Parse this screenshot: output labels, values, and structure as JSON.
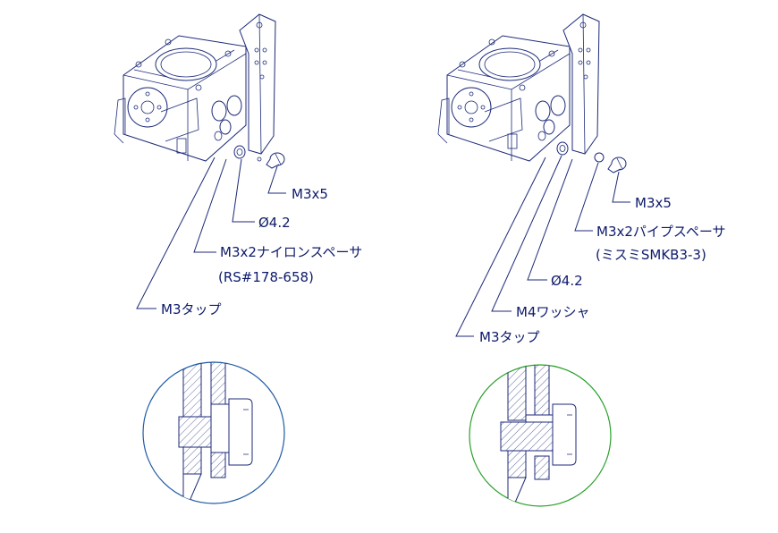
{
  "colors": {
    "ink": "#1c2a78",
    "left_detail_circle": "#1f5aa6",
    "right_detail_circle": "#2aa02a"
  },
  "left_assembly": {
    "labels": {
      "screw": "M3x5",
      "hole": "Ø4.2",
      "spacer": "M3x2ナイロンスペーサ",
      "spacer_part_no": "(RS#178-658)",
      "tap": "M3タップ"
    }
  },
  "right_assembly": {
    "labels": {
      "screw": "M3x5",
      "spacer": "M3x2パイプスペーサ",
      "spacer_part_no": "(ミスミSMKB3-3)",
      "hole": "Ø4.2",
      "washer": "M4ワッシャ",
      "tap": "M3タップ"
    }
  }
}
